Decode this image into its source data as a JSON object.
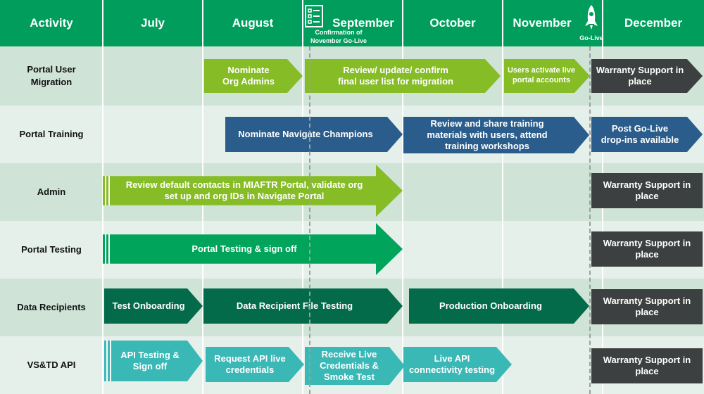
{
  "header": {
    "activity": "Activity",
    "months": [
      "July",
      "August",
      "September",
      "October",
      "November",
      "December"
    ],
    "sept_note": "Confirmation of\nNovember Go-Live",
    "nov_note": "Go-Live"
  },
  "rows": [
    "Portal User\nMigration",
    "Portal Training",
    "Admin",
    "Portal Testing",
    "Data Recipients",
    "VS&TD API"
  ],
  "bars": {
    "nominate_org_admins": "Nominate\nOrg Admins",
    "review_update_confirm": "Review/ update/ confirm\nfinal user list for migration",
    "users_activate": "Users activate live\nportal accounts",
    "warranty_1": "Warranty Support in\nplace",
    "nominate_champions": "Nominate Navigate Champions",
    "review_share_training": "Review and share training\nmaterials with users, attend\ntraining workshops",
    "post_go_live": "Post Go-Live\ndrop-ins available",
    "review_default_contacts": "Review default contacts in MIAFTR Portal, validate org\nset up and org IDs in Navigate Portal",
    "warranty_3": "Warranty Support in\nplace",
    "portal_testing_signoff": "Portal Testing & sign off",
    "warranty_4": "Warranty Support in\nplace",
    "test_onboarding": "Test Onboarding",
    "data_recipient_file_testing": "Data Recipient File Testing",
    "production_onboarding": "Production Onboarding",
    "warranty_5": "Warranty Support in\nplace",
    "api_testing_signoff": "API Testing &\nSign off",
    "request_api_credentials": "Request API live\ncredentials",
    "receive_live_credentials": "Receive Live\nCredentials &\nSmoke Test",
    "live_api_connectivity": "Live API\nconnectivity testing",
    "warranty_6": "Warranty Support in\nplace"
  },
  "colors": {
    "header": "#009d5c",
    "lime": "#86bc25",
    "navy": "#2a5d8c",
    "green": "#00a45a",
    "dark_green": "#036b4a",
    "teal": "#3ab8b6",
    "charcoal": "#3d4040"
  },
  "icons": [
    "checklist-icon",
    "rocket-icon"
  ]
}
